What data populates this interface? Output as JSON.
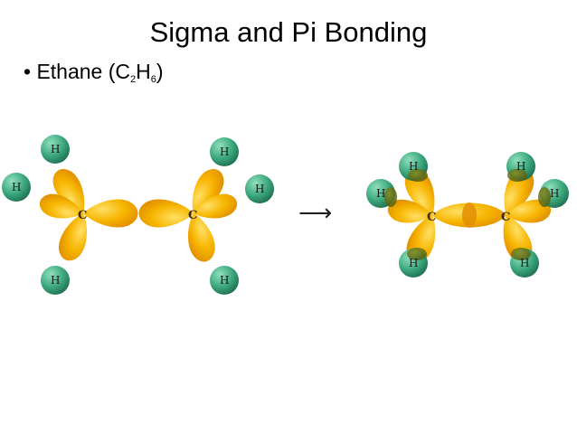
{
  "title": "Sigma and Pi Bonding",
  "bullet": {
    "marker": "•",
    "text": "Ethane (C",
    "sub1": "2",
    "mid": "H",
    "sub2": "6",
    "end": ")"
  },
  "labels": {
    "hydrogen": "H",
    "carbon": "C"
  },
  "arrow": "⟶",
  "colors": {
    "orbital": "#f7b500",
    "orbital_dark": "#e08e00",
    "hydrogen": "#3aa67c",
    "hydrogen_dark": "#1f6f50"
  }
}
